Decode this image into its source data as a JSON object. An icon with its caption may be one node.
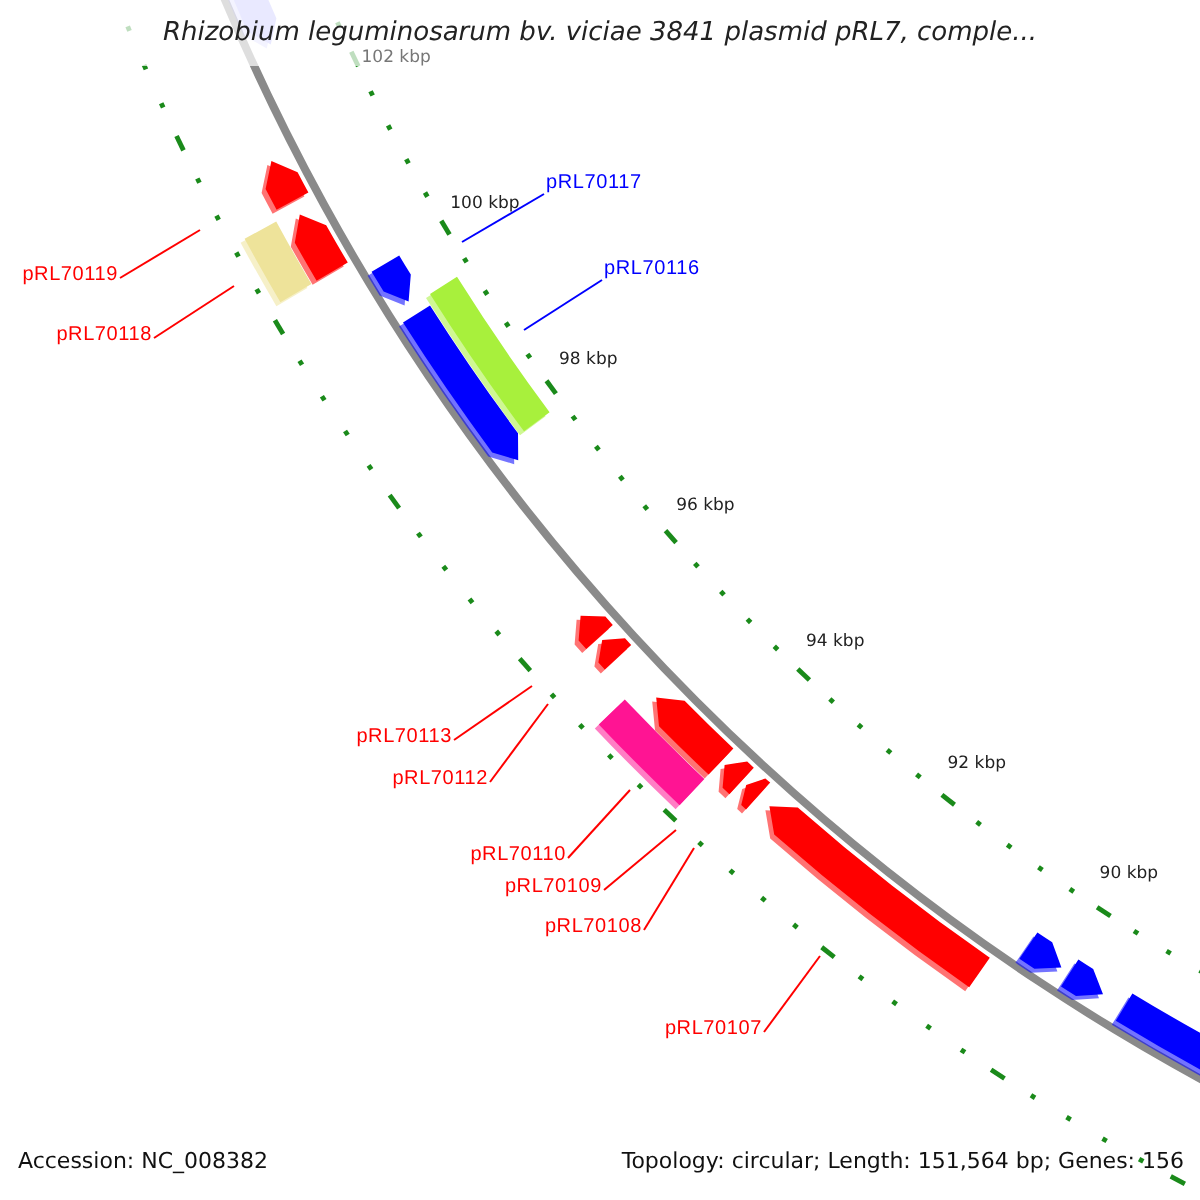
{
  "diagram": {
    "title": "Rhizobium leguminosarum bv. viciae 3841 plasmid pRL7, comple...",
    "nodes": [
      {
        "text": [
          "pRL70117"
        ]
      },
      {
        "text": [
          "pRL70116"
        ]
      },
      {
        "text": [
          "pRL70119"
        ]
      },
      {
        "text": [
          "pRL70118"
        ]
      },
      {
        "text": [
          "pRL70113"
        ]
      },
      {
        "text": [
          "pRL70112"
        ]
      },
      {
        "text": [
          "pRL70110"
        ]
      },
      {
        "text": [
          "pRL70109"
        ]
      },
      {
        "text": [
          "pRL70108"
        ]
      },
      {
        "text": [
          "pRL70107"
        ]
      }
    ],
    "edges": [
      {
        "from": 0,
        "to": null,
        "arrow": "none",
        "color": "#0000ff"
      },
      {
        "from": 1,
        "to": null,
        "arrow": "none",
        "color": "#0000ff"
      },
      {
        "from": 2,
        "to": null,
        "arrow": "none"
      },
      {
        "from": 3,
        "to": null,
        "arrow": "none"
      },
      {
        "from": 4,
        "to": null,
        "arrow": "none"
      },
      {
        "from": 5,
        "to": null,
        "arrow": "none"
      },
      {
        "from": 6,
        "to": null,
        "arrow": "none"
      },
      {
        "from": 7,
        "to": null,
        "arrow": "none"
      },
      {
        "from": 8,
        "to": null,
        "arrow": "none"
      },
      {
        "from": 9,
        "to": null,
        "arrow": "none"
      }
    ],
    "labels": [
      "102 kbp",
      "100 kbp",
      "98 kbp",
      "96 kbp",
      "94 kbp",
      "92 kbp",
      "90 kbp",
      "Accession: NC_008382",
      "Topology: circular; Length: 151,564 bp; Genes: 156"
    ]
  }
}
